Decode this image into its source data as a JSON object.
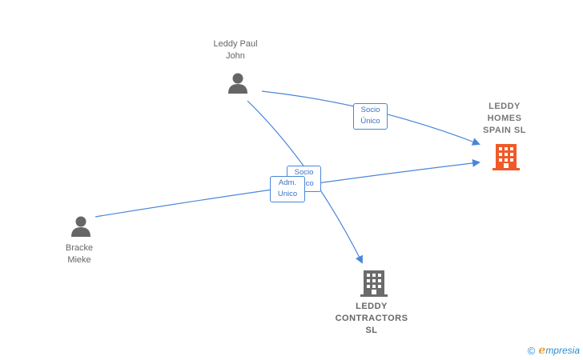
{
  "nodes": {
    "leddy_paul_john": {
      "label": "Leddy Paul\nJohn",
      "type": "person"
    },
    "bracke_mieke": {
      "label": "Bracke\nMieke",
      "type": "person"
    },
    "leddy_homes_spain": {
      "label": "LEDDY\nHOMES\nSPAIN  SL",
      "type": "company",
      "color": "#f05a28"
    },
    "leddy_contractors": {
      "label": "LEDDY\nCONTRACTORS\nSL",
      "type": "company",
      "color": "#666666"
    }
  },
  "edges": [
    {
      "from": "leddy_paul_john",
      "to": "leddy_homes_spain",
      "label": "Socio\nÚnico"
    },
    {
      "from": "leddy_paul_john",
      "to": "leddy_contractors",
      "label": "Socio\nÚnico"
    },
    {
      "from": "bracke_mieke",
      "to": "leddy_homes_spain",
      "label": "Adm.\nUnico"
    }
  ],
  "colors": {
    "edge": "#4a86d9",
    "person_icon": "#666666"
  },
  "brand": {
    "copyright": "©",
    "e": "e",
    "name": "mpresia"
  }
}
